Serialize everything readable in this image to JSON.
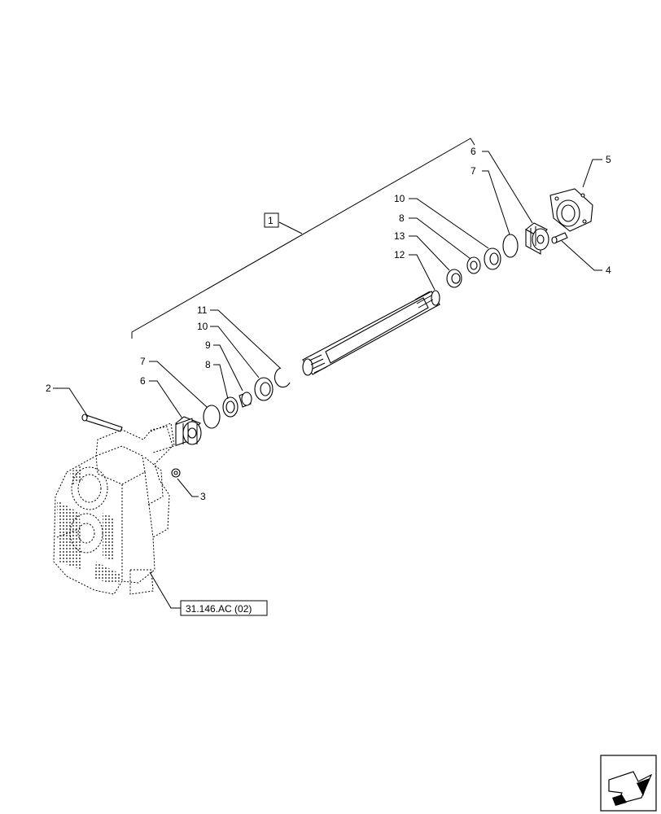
{
  "callouts": {
    "c1": "1",
    "c2": "2",
    "c3": "3",
    "c4": "4",
    "c5": "5",
    "c6_right": "6",
    "c7_right": "7",
    "c10_right": "10",
    "c8_right": "8",
    "c13": "13",
    "c12": "12",
    "c11": "11",
    "c10_left": "10",
    "c9": "9",
    "c8_left": "8",
    "c7_left": "7",
    "c6_left": "6"
  },
  "reference": {
    "label": "31.146.AC (02)"
  },
  "nav": {
    "icon": "next-page-arrow-icon"
  }
}
